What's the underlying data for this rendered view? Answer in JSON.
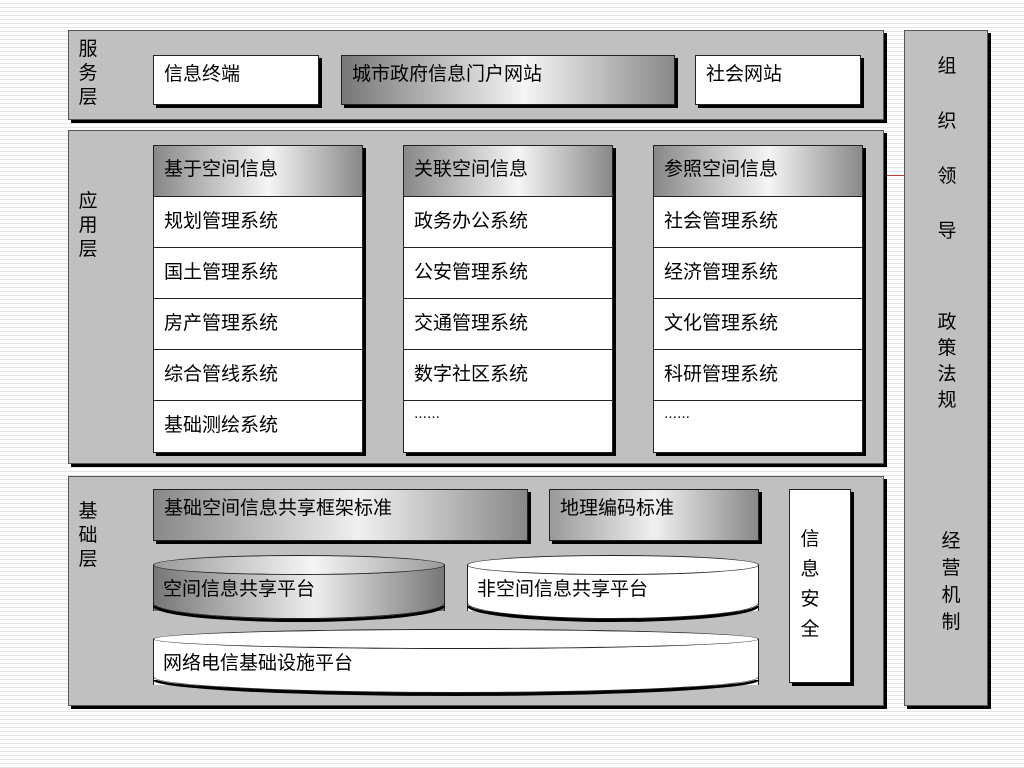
{
  "layers": {
    "service": "服务层",
    "application": "应用层",
    "foundation": "基础层"
  },
  "service": {
    "terminal": "信息终端",
    "portal": "城市政府信息门户网站",
    "social": "社会网站"
  },
  "application": {
    "columns": [
      {
        "header": "基于空间信息",
        "items": [
          "规划管理系统",
          "国土管理系统",
          "房产管理系统",
          "综合管线系统",
          "基础测绘系统"
        ]
      },
      {
        "header": "关联空间信息",
        "items": [
          "政务办公系统",
          "公安管理系统",
          "交通管理系统",
          "数字社区系统",
          "……"
        ]
      },
      {
        "header": "参照空间信息",
        "items": [
          "社会管理系统",
          "经济管理系统",
          "文化管理系统",
          "科研管理系统",
          "……"
        ]
      }
    ]
  },
  "foundation": {
    "framework_standard": "基础空间信息共享框架标准",
    "geocode_standard": "地理编码标准",
    "spatial_platform": "空间信息共享平台",
    "nonspatial_platform": "非空间信息共享平台",
    "network_platform": "网络电信基础设施平台",
    "security": "信息安全"
  },
  "side": {
    "org_leadership": "组织领导",
    "policy_law": "政策法规",
    "operation": "经营机制"
  }
}
